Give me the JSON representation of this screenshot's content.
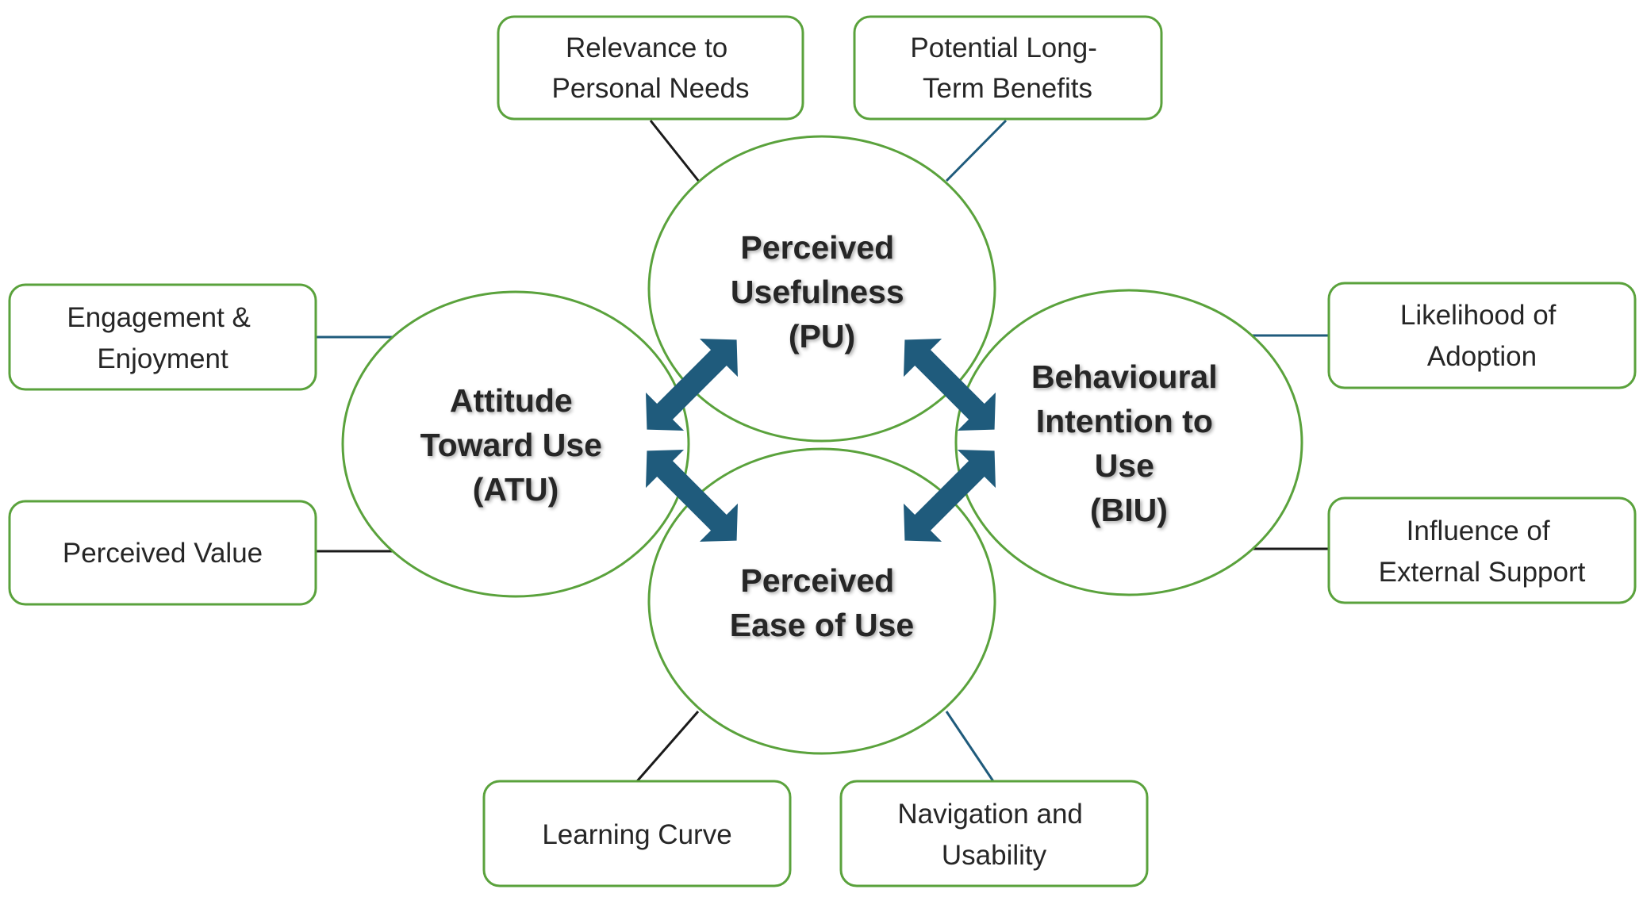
{
  "diagram": {
    "colors": {
      "outline": "#5aa23c",
      "arrow": "#1f5b7c",
      "connector_dark": "#1a1a1a",
      "connector_blue": "#1f5b7c"
    },
    "cores": {
      "pu": {
        "lines": [
          "Perceived",
          "Usefulness",
          "(PU)"
        ]
      },
      "atu": {
        "lines": [
          "Attitude",
          "Toward Use",
          "(ATU)"
        ]
      },
      "biu": {
        "lines": [
          "Behavioural",
          "Intention to",
          "Use",
          "(BIU)"
        ]
      },
      "peou": {
        "lines": [
          "Perceived",
          "Ease of Use"
        ]
      }
    },
    "factors": {
      "relevance": {
        "lines": [
          "Relevance to",
          "Personal Needs"
        ]
      },
      "longterm": {
        "lines": [
          "Potential Long-",
          "Term Benefits"
        ]
      },
      "engagement": {
        "lines": [
          "Engagement &",
          "Enjoyment"
        ]
      },
      "value": {
        "lines": [
          "Perceived Value"
        ]
      },
      "likelihood": {
        "lines": [
          "Likelihood of",
          "Adoption"
        ]
      },
      "external": {
        "lines": [
          "Influence of",
          "External Support"
        ]
      },
      "learning": {
        "lines": [
          "Learning Curve"
        ]
      },
      "navigation": {
        "lines": [
          "Navigation and",
          "Usability"
        ]
      }
    }
  }
}
